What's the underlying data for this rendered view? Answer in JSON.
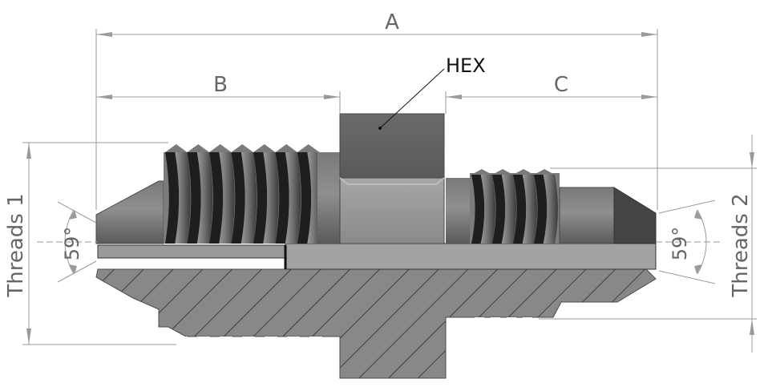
{
  "labels": {
    "a": "A",
    "b": "B",
    "c": "C",
    "hex": "HEX",
    "threads1": "Threads 1",
    "threads2": "Threads 2",
    "angle_left": "59°",
    "angle_right": "59°"
  },
  "colors": {
    "body_dark": "#5e5e5e",
    "body_mid": "#8a8a8a",
    "body_light": "#a8a8a8",
    "section_fill": "#888888",
    "hatch": "#2a2a2a",
    "dimension": "#9a9a9a"
  }
}
